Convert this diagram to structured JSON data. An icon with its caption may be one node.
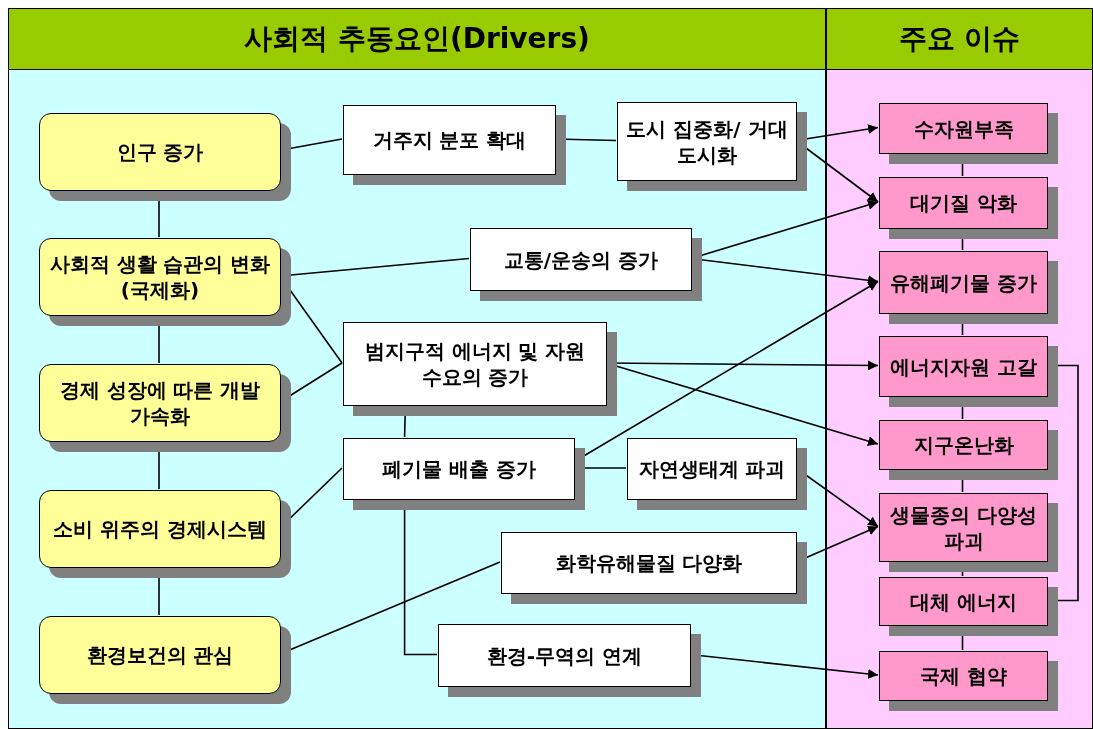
{
  "diagram": {
    "nodes": [
      {
        "text": [
          "사회적 추동요인(Drivers)"
        ]
      },
      {
        "text": [
          "주요 이슈"
        ]
      },
      {
        "text": [
          "인구 증가"
        ],
        "in": 0
      },
      {
        "text": [
          "사회적 생활 습관의 변화 (국제화)"
        ],
        "in": 0
      },
      {
        "text": [
          "경제 성장에 따른 개발 가속화"
        ],
        "in": 0
      },
      {
        "text": [
          "소비 위주의 경제시스템"
        ],
        "in": 0
      },
      {
        "text": [
          "환경보건의 관심"
        ],
        "in": 0
      },
      {
        "text": [
          "거주지 분포 확대"
        ],
        "in": 0
      },
      {
        "text": [
          "도시 집중화/ 거대도시화"
        ],
        "in": 0
      },
      {
        "text": [
          "교통/운송의 증가"
        ],
        "in": 0
      },
      {
        "text": [
          "범지구적 에너지 및 자원 수요의 증가"
        ],
        "in": 0
      },
      {
        "text": [
          "폐기물 배출 증가"
        ],
        "in": 0
      },
      {
        "text": [
          "자연생태계 파괴"
        ],
        "in": 0
      },
      {
        "text": [
          "화학유해물질 다양화"
        ],
        "in": 0
      },
      {
        "text": [
          "환경-무역의 연계"
        ],
        "in": 0
      },
      {
        "text": [
          "수자원부족"
        ],
        "in": 1
      },
      {
        "text": [
          "대기질 악화"
        ],
        "in": 1
      },
      {
        "text": [
          "유해폐기물 증가"
        ],
        "in": 1
      },
      {
        "text": [
          "에너지자원 고갈"
        ],
        "in": 1
      },
      {
        "text": [
          "지구온난화"
        ],
        "in": 1
      },
      {
        "text": [
          "생물종의 다양성 파괴"
        ],
        "in": 1
      },
      {
        "text": [
          "대체 에너지"
        ],
        "in": 1
      },
      {
        "text": [
          "국제 협약"
        ],
        "in": 1
      }
    ],
    "edges": [
      {
        "from": 2,
        "to": 3,
        "arrow": "none"
      },
      {
        "from": 3,
        "to": 4,
        "arrow": "none"
      },
      {
        "from": 4,
        "to": 5,
        "arrow": "none"
      },
      {
        "from": 5,
        "to": 6,
        "arrow": "none"
      },
      {
        "from": 2,
        "to": 7,
        "arrow": "none"
      },
      {
        "from": 7,
        "to": 8,
        "arrow": "none"
      },
      {
        "from": 8,
        "to": 15,
        "arrow": "to"
      },
      {
        "from": 8,
        "to": 16,
        "arrow": "to"
      },
      {
        "from": 3,
        "to": 9,
        "arrow": "none"
      },
      {
        "from": 9,
        "to": 16,
        "arrow": "to"
      },
      {
        "from": 9,
        "to": 17,
        "arrow": "to"
      },
      {
        "from": 3,
        "to": 10,
        "arrow": "none"
      },
      {
        "from": 4,
        "to": 10,
        "arrow": "none"
      },
      {
        "from": 10,
        "to": 18,
        "arrow": "to"
      },
      {
        "from": 10,
        "to": 19,
        "arrow": "to"
      },
      {
        "from": 10,
        "to": 11,
        "arrow": "none"
      },
      {
        "from": 5,
        "to": 11,
        "arrow": "none"
      },
      {
        "from": 11,
        "to": 17,
        "arrow": "to"
      },
      {
        "from": 11,
        "to": 12,
        "arrow": "none"
      },
      {
        "from": 12,
        "to": 20,
        "arrow": "to"
      },
      {
        "from": 6,
        "to": 13,
        "arrow": "none"
      },
      {
        "from": 13,
        "to": 20,
        "arrow": "to"
      },
      {
        "from": 11,
        "to": 14,
        "arrow": "none"
      },
      {
        "from": 14,
        "to": 22,
        "arrow": "to"
      },
      {
        "from": 18,
        "to": 21,
        "arrow": "to"
      },
      {
        "from": 15,
        "to": 16,
        "arrow": "none"
      },
      {
        "from": 16,
        "to": 17,
        "arrow": "none"
      },
      {
        "from": 17,
        "to": 18,
        "arrow": "none"
      },
      {
        "from": 18,
        "to": 19,
        "arrow": "none"
      },
      {
        "from": 19,
        "to": 20,
        "arrow": "none"
      },
      {
        "from": 20,
        "to": 21,
        "arrow": "none"
      },
      {
        "from": 21,
        "to": 22,
        "arrow": "none"
      }
    ]
  }
}
